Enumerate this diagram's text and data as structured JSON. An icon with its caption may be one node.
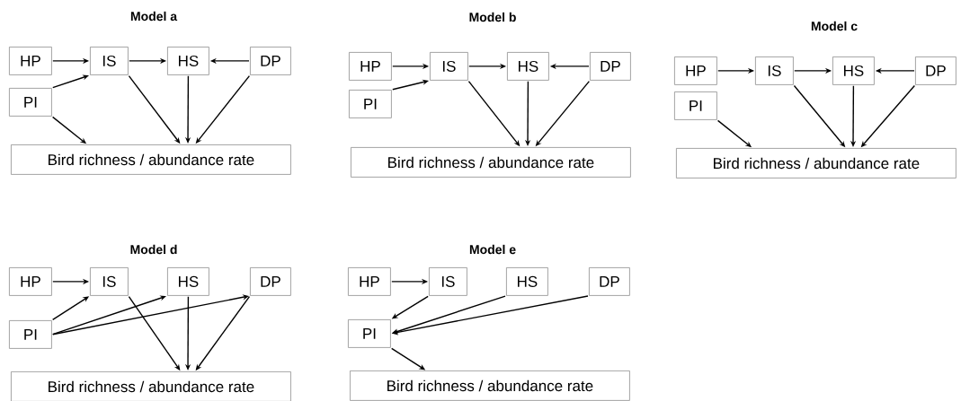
{
  "diagram": {
    "nodes": [
      {
        "text": [
          "HP"
        ]
      },
      {
        "text": [
          "IS"
        ]
      },
      {
        "text": [
          "HS"
        ]
      },
      {
        "text": [
          "DP"
        ]
      },
      {
        "text": [
          "PI"
        ]
      },
      {
        "text": [
          "Bird richness / abundance rate"
        ]
      },
      {
        "text": [
          "HP"
        ]
      },
      {
        "text": [
          "IS"
        ]
      },
      {
        "text": [
          "HS"
        ]
      },
      {
        "text": [
          "DP"
        ]
      },
      {
        "text": [
          "PI"
        ]
      },
      {
        "text": [
          "Bird richness / abundance rate"
        ]
      },
      {
        "text": [
          "HP"
        ]
      },
      {
        "text": [
          "IS"
        ]
      },
      {
        "text": [
          "HS"
        ]
      },
      {
        "text": [
          "DP"
        ]
      },
      {
        "text": [
          "PI"
        ]
      },
      {
        "text": [
          "Bird richness / abundance rate"
        ]
      },
      {
        "text": [
          "HP"
        ]
      },
      {
        "text": [
          "IS"
        ]
      },
      {
        "text": [
          "HS"
        ]
      },
      {
        "text": [
          "DP"
        ]
      },
      {
        "text": [
          "PI"
        ]
      },
      {
        "text": [
          "Bird richness / abundance rate"
        ]
      },
      {
        "text": [
          "HP"
        ]
      },
      {
        "text": [
          "IS"
        ]
      },
      {
        "text": [
          "HS"
        ]
      },
      {
        "text": [
          "DP"
        ]
      },
      {
        "text": [
          "PI"
        ]
      },
      {
        "text": [
          "Bird richness / abundance rate"
        ]
      }
    ],
    "edges": [
      {
        "from": 0,
        "to": 1,
        "arrow": "to"
      },
      {
        "from": 1,
        "to": 2,
        "arrow": "to"
      },
      {
        "from": 3,
        "to": 2,
        "arrow": "to"
      },
      {
        "from": 4,
        "to": 1,
        "arrow": "to"
      },
      {
        "from": 4,
        "to": 5,
        "arrow": "to"
      },
      {
        "from": 1,
        "to": 5,
        "arrow": "to"
      },
      {
        "from": 2,
        "to": 5,
        "arrow": "to"
      },
      {
        "from": 3,
        "to": 5,
        "arrow": "to"
      },
      {
        "from": 6,
        "to": 7,
        "arrow": "to"
      },
      {
        "from": 7,
        "to": 8,
        "arrow": "to"
      },
      {
        "from": 9,
        "to": 8,
        "arrow": "to"
      },
      {
        "from": 10,
        "to": 7,
        "arrow": "to"
      },
      {
        "from": 7,
        "to": 11,
        "arrow": "to"
      },
      {
        "from": 8,
        "to": 11,
        "arrow": "to"
      },
      {
        "from": 9,
        "to": 11,
        "arrow": "to"
      },
      {
        "from": 12,
        "to": 13,
        "arrow": "to"
      },
      {
        "from": 13,
        "to": 14,
        "arrow": "to"
      },
      {
        "from": 15,
        "to": 14,
        "arrow": "to"
      },
      {
        "from": 16,
        "to": 17,
        "arrow": "to"
      },
      {
        "from": 13,
        "to": 17,
        "arrow": "to"
      },
      {
        "from": 14,
        "to": 17,
        "arrow": "to"
      },
      {
        "from": 15,
        "to": 17,
        "arrow": "to"
      },
      {
        "from": 18,
        "to": 19,
        "arrow": "to"
      },
      {
        "from": 22,
        "to": 19,
        "arrow": "to"
      },
      {
        "from": 22,
        "to": 20,
        "arrow": "to"
      },
      {
        "from": 22,
        "to": 21,
        "arrow": "to"
      },
      {
        "from": 19,
        "to": 23,
        "arrow": "to"
      },
      {
        "from": 20,
        "to": 23,
        "arrow": "to"
      },
      {
        "from": 21,
        "to": 23,
        "arrow": "to"
      },
      {
        "from": 24,
        "to": 25,
        "arrow": "to"
      },
      {
        "from": 25,
        "to": 28,
        "arrow": "to"
      },
      {
        "from": 26,
        "to": 28,
        "arrow": "to"
      },
      {
        "from": 27,
        "to": 28,
        "arrow": "to"
      },
      {
        "from": 28,
        "to": 29,
        "arrow": "to"
      }
    ],
    "labels": [
      "Model a",
      "Model b",
      "Model c",
      "Model d",
      "Model e"
    ]
  }
}
